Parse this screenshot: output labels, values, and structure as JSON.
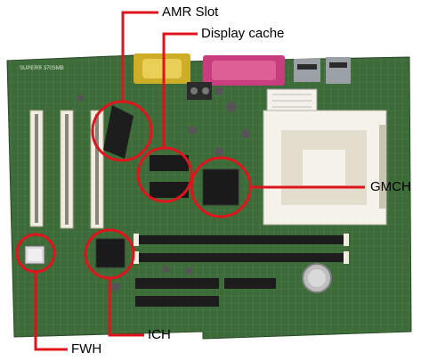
{
  "labels": {
    "amr_slot": "AMR Slot",
    "display_cache": "Display cache",
    "gmch": "GMCH",
    "ich": "ICH",
    "fwh": "FWH"
  },
  "board": {
    "silkscreen": "SUPER® 370SMB"
  },
  "colors": {
    "pcb": "#3f6b3a",
    "callout": "#e0141d",
    "slot": "#f1ede0",
    "dimm": "#1c1c1c",
    "serial_port": "#d6b42a",
    "parallel_port": "#c83d7e"
  }
}
